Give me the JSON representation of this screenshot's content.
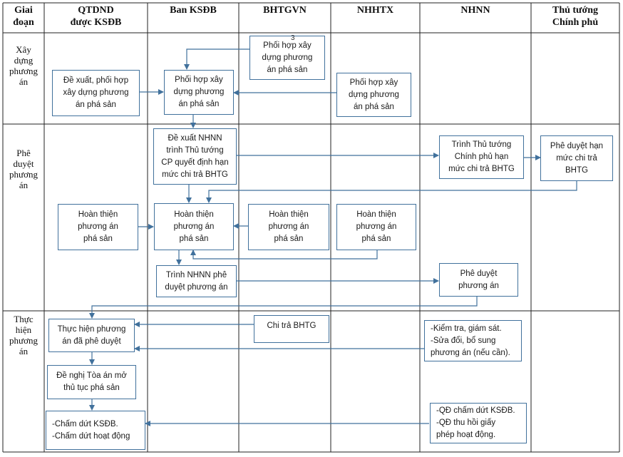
{
  "colors": {
    "grid": "#222222",
    "box_border": "#41719c",
    "arrow": "#41719c",
    "background": "#ffffff"
  },
  "headers": {
    "stage": "Giai\nđoạn",
    "qtdnd": "QTDND\nđược KSĐB",
    "ban_ksdb": "Ban KSĐB",
    "bhtgvn": "BHTGVN",
    "nhhtx": "NHHTX",
    "nhnn": "NHNN",
    "ttcp": "Thủ tướng\nChính phủ"
  },
  "stages": {
    "build": "Xây\ndựng\nphương\nán",
    "approve": "Phê\nduyệt\nphương\nán",
    "execute": "Thực\nhiện\nphương\nán"
  },
  "boxes": {
    "b1": "Phối hợp xây\ndựng phương\nán phá sản",
    "b2": "Đề xuất, phối hợp\nxây dựng phương\nán phá sản",
    "b3": "Phối hợp xây\ndựng phương\nán phá sản",
    "b4": "Phối hợp xây\ndựng phương\nán phá sản",
    "b5": "Đề xuất NHNN\ntrình Thủ tướng\nCP quyết định hạn\nmức chi trả BHTG",
    "b6": "Trình Thủ tướng\nChính phủ hạn\nmức chi trả BHTG",
    "b7": "Phê duyệt hạn\nmức chi trả\nBHTG",
    "b8": "Hoàn thiện\nphương án\nphá sản",
    "b9": "Hoàn thiện\nphương án\nphá sản",
    "b10": "Hoàn thiện\nphương án\nphá sản",
    "b11": "Hoàn thiện\nphương án\nphá sản",
    "b12": "Trình NHNN phê\nduyệt phương án",
    "b13": "Phê duyệt\nphương án",
    "b14": "Chi trả BHTG",
    "b15": "Thực hiện phương\nán đã phê duyệt",
    "b16": "-Kiểm tra, giám sát.\n-Sửa đổi, bổ sung\nphương án (nếu cần).",
    "b17": "Đề nghị Tòa án mở\nthủ tục phá sản",
    "b18": "-Chấm dứt KSĐB.\n-Chấm dứt hoạt động",
    "b19": "-QĐ chấm dứt KSĐB.\n-QĐ thu hồi giấy\nphép hoạt động."
  },
  "marks": {
    "m1": "3"
  }
}
